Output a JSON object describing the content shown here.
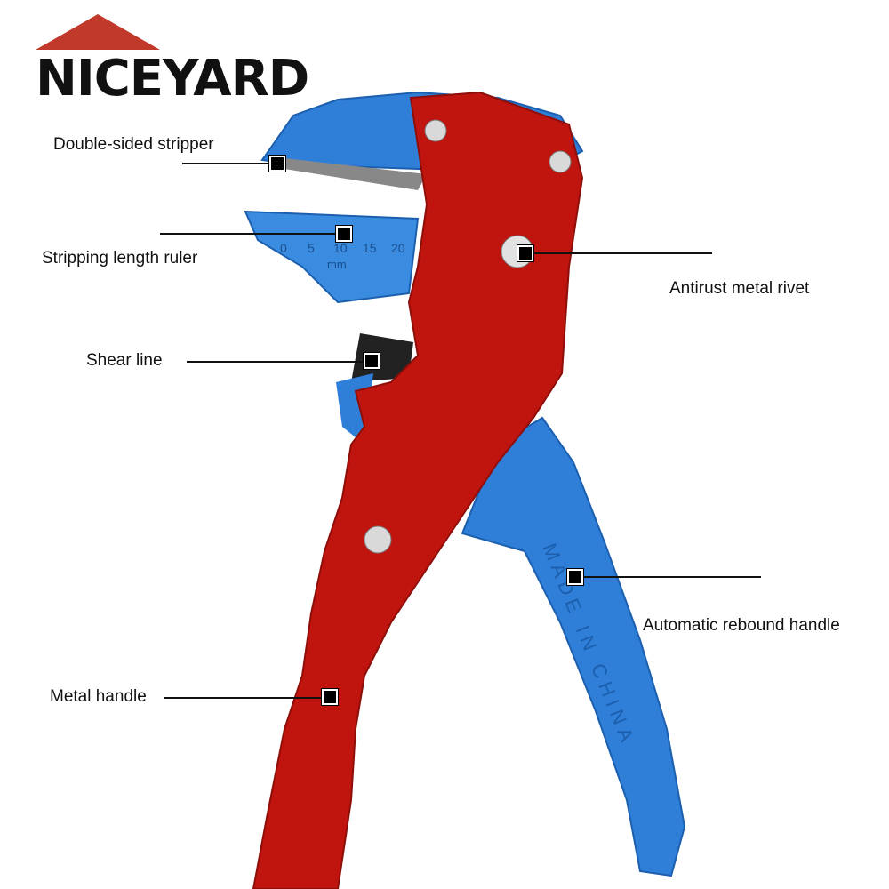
{
  "brand": {
    "name": "NICEYARD",
    "roof_color": "#c0392b"
  },
  "tool": {
    "metal_color": "#c0150f",
    "plastic_color": "#2f7fd8",
    "ruler_marks": [
      "0",
      "5",
      "10",
      "15",
      "20"
    ],
    "ruler_unit": "mm",
    "embossed_text": "MADE IN CHINA"
  },
  "callouts": [
    {
      "id": "double-sided-stripper",
      "text": "Double-sided stripper"
    },
    {
      "id": "stripping-length-ruler",
      "text": "Stripping length ruler"
    },
    {
      "id": "shear-line",
      "text": "Shear line"
    },
    {
      "id": "antirust-metal-rivet",
      "text": "Antirust metal rivet"
    },
    {
      "id": "automatic-rebound-handle",
      "text": "Automatic rebound handle"
    },
    {
      "id": "metal-handle",
      "text": "Metal handle"
    }
  ]
}
